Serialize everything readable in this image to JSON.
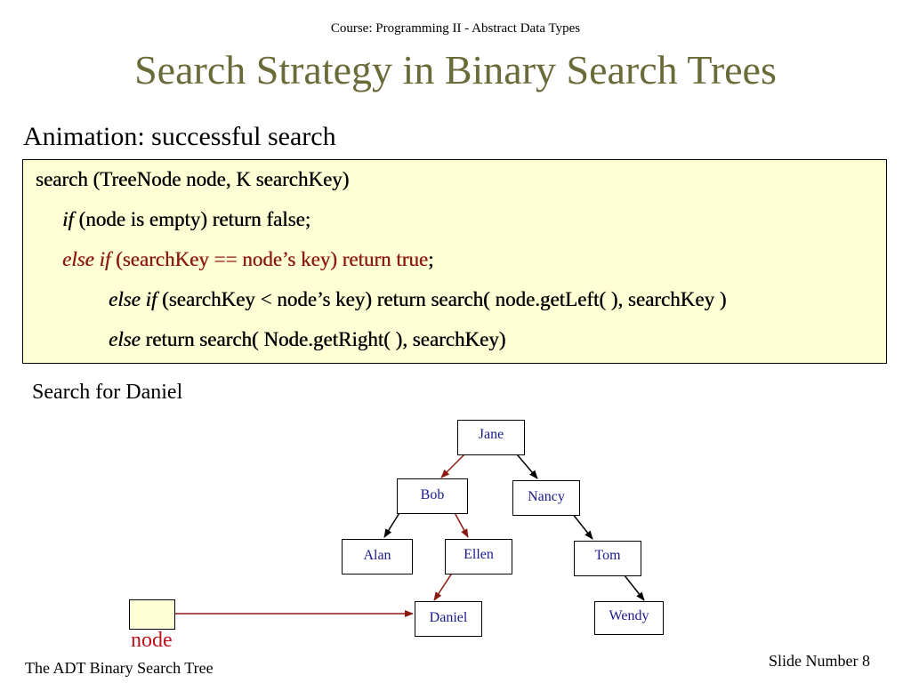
{
  "header": {
    "course": "Course: Programming II - Abstract Data Types"
  },
  "slide": {
    "title": "Search Strategy in Binary Search Trees",
    "subtitle": "Animation: successful search",
    "search_for": "Search for Daniel",
    "node_label": "node"
  },
  "code": {
    "line1": "search (TreeNode node, K searchKey)",
    "line2_kw": "if",
    "line2_rest": " (node is empty) return false;",
    "line3_kw": "else if",
    "line3_rest": " (searchKey == node’s key) return true",
    "line3_end": ";",
    "line4_kw": "else if",
    "line4_rest": " (searchKey < node’s key)  return search( node.getLeft( ), searchKey )",
    "line5_kw": "else",
    "line5_rest": " return search( Node.getRight( ), searchKey)"
  },
  "tree": {
    "nodes": {
      "jane": "Jane",
      "bob": "Bob",
      "nancy": "Nancy",
      "alan": "Alan",
      "ellen": "Ellen",
      "tom": "Tom",
      "daniel": "Daniel",
      "wendy": "Wendy"
    },
    "colors": {
      "path": "#8b1a10",
      "default": "#000000",
      "node_text": "#1a1a8c"
    }
  },
  "footer": {
    "left": "The ADT Binary Search Tree",
    "right": "Slide Number 8"
  }
}
